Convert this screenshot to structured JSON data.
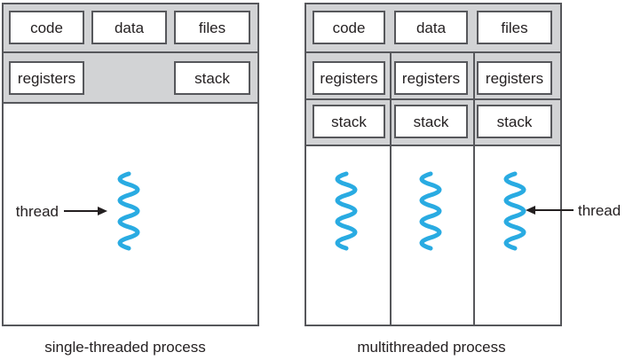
{
  "figure": {
    "left": {
      "caption": "single-threaded process",
      "boxes": {
        "code": "code",
        "data": "data",
        "files": "files",
        "registers": "registers",
        "stack": "stack"
      },
      "thread_label": "thread"
    },
    "right": {
      "caption": "multithreaded process",
      "boxes": {
        "code": "code",
        "data": "data",
        "files": "files"
      },
      "columns": [
        {
          "registers": "registers",
          "stack": "stack"
        },
        {
          "registers": "registers",
          "stack": "stack"
        },
        {
          "registers": "registers",
          "stack": "stack"
        }
      ],
      "thread_label": "thread"
    },
    "colors": {
      "thread_blue": "#29ABE2",
      "panel_gray": "#D2D3D5",
      "border_dark": "#56575B",
      "text": "#231F20"
    }
  }
}
